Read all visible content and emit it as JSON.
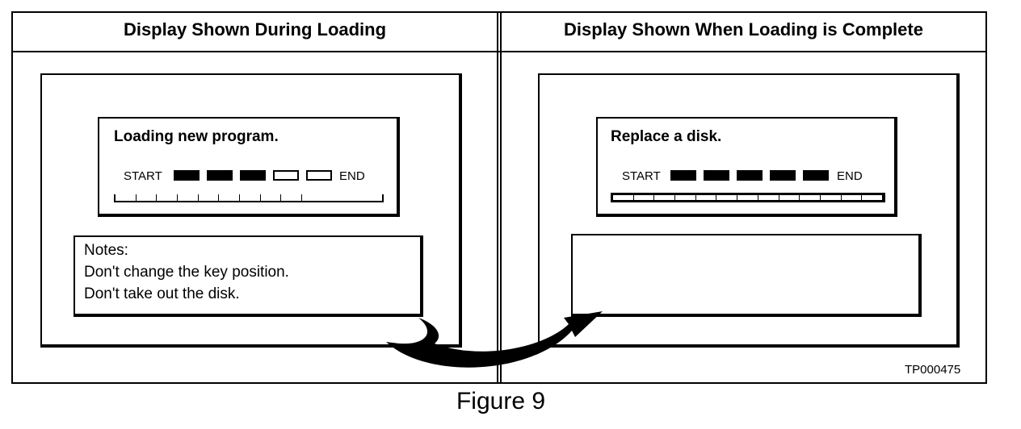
{
  "left_panel": {
    "title": "Display Shown During Loading",
    "message": "Loading new program.",
    "start_label": "START",
    "end_label": "END",
    "blocks": [
      true,
      true,
      true,
      false,
      false
    ],
    "progress": 0.7,
    "notes": {
      "heading": "Notes:",
      "lines": [
        "Don't change the key position.",
        "Don't take out the disk."
      ]
    }
  },
  "right_panel": {
    "title": "Display Shown When Loading is Complete",
    "message": "Replace a disk.",
    "start_label": "START",
    "end_label": "END",
    "blocks": [
      true,
      true,
      true,
      true,
      true
    ],
    "progress": 1.0
  },
  "figure_code": "TP000475",
  "caption": "Figure 9"
}
